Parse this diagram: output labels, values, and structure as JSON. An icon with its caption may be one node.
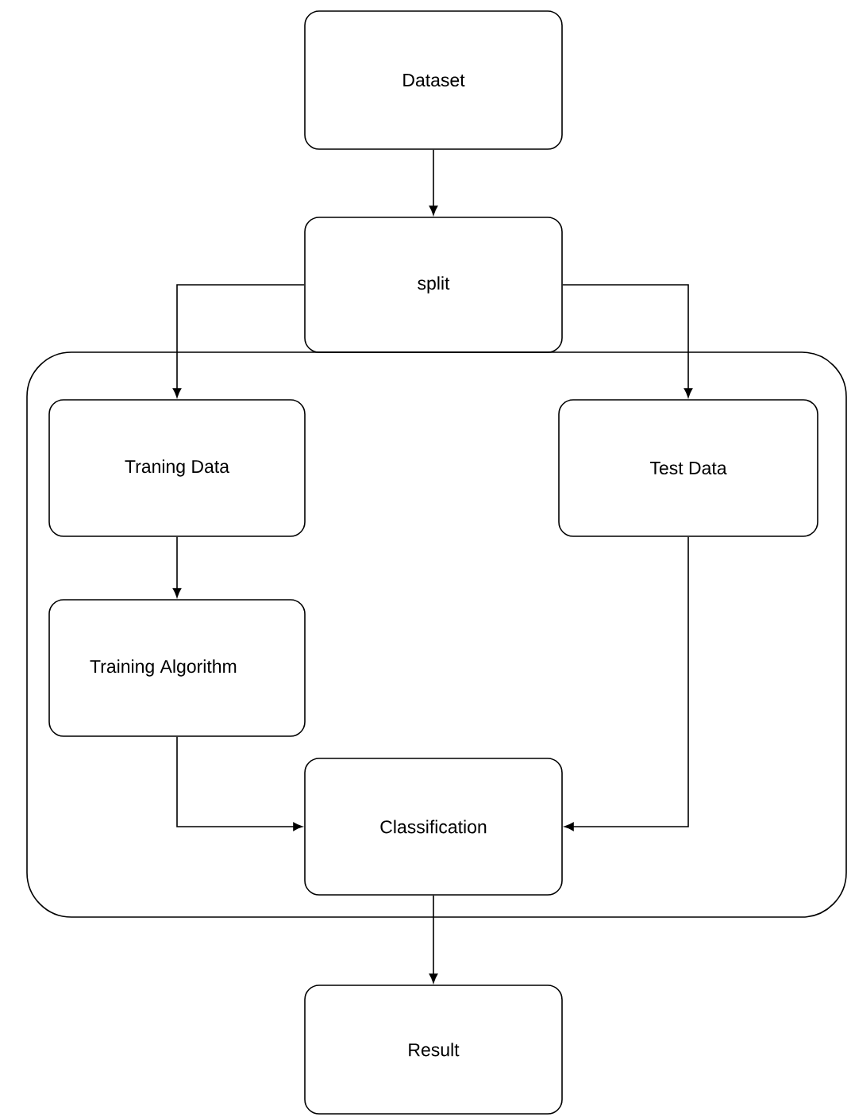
{
  "diagram": {
    "nodes": [
      {
        "text": [
          "Dataset"
        ]
      },
      {
        "text": [
          "split"
        ]
      },
      {
        "text": [],
        "shape": "box"
      },
      {
        "text": [
          "Traning Data"
        ],
        "in": 2
      },
      {
        "text": [
          "Test Data"
        ],
        "in": 2
      },
      {
        "text": [
          "Training Algorithm"
        ],
        "in": 2
      },
      {
        "text": [
          "Classification"
        ],
        "in": 2
      },
      {
        "text": [
          "Result"
        ]
      }
    ],
    "edges": [
      {
        "from": 0,
        "to": 1,
        "arrow": "to"
      },
      {
        "from": 1,
        "to": 3,
        "arrow": "to"
      },
      {
        "from": 1,
        "to": 4,
        "arrow": "to"
      },
      {
        "from": 3,
        "to": 5,
        "arrow": "to"
      },
      {
        "from": 5,
        "to": 6,
        "arrow": "to"
      },
      {
        "from": 4,
        "to": 6,
        "arrow": "to"
      },
      {
        "from": 6,
        "to": 7,
        "arrow": "to"
      }
    ]
  }
}
